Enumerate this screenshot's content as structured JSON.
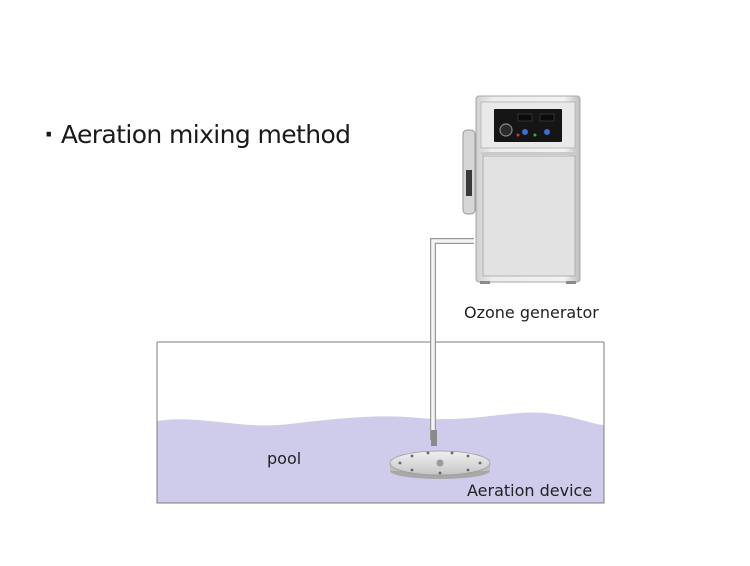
{
  "diagram": {
    "title": "Aeration mixing method",
    "bullet": "·",
    "labels": {
      "ozone_generator": "Ozone generator",
      "pool": "pool",
      "aeration_device": "Aeration device"
    },
    "colors": {
      "water": "#cfcbea",
      "tank_outline": "#7a7a7a",
      "pipe": "#9a9a9a",
      "generator_body": "#e3e3e3",
      "panel": "#151515"
    },
    "icons": [
      "ozone-generator-icon",
      "aeration-disc-icon",
      "pipe-icon"
    ]
  }
}
